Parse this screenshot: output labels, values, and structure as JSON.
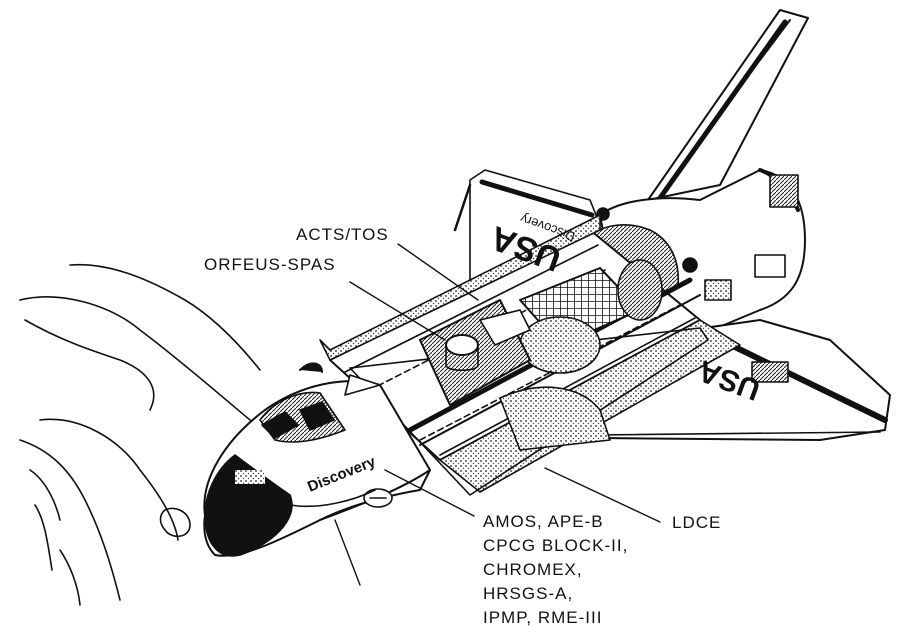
{
  "labels": {
    "acts_tos": "ACTS/TOS",
    "orfeus_spas": "ORFEUS-SPAS",
    "ldce": "LDCE",
    "payload_list": [
      "AMOS, APE-B",
      "CPCG BLOCK-II,",
      "CHROMEX,",
      "HRSGS-A,",
      "IPMP, RME-III"
    ]
  },
  "orbiter_markings": {
    "name": "Discovery",
    "agency": "USA"
  },
  "colors": {
    "ink": "#111111",
    "paper": "#ffffff"
  }
}
